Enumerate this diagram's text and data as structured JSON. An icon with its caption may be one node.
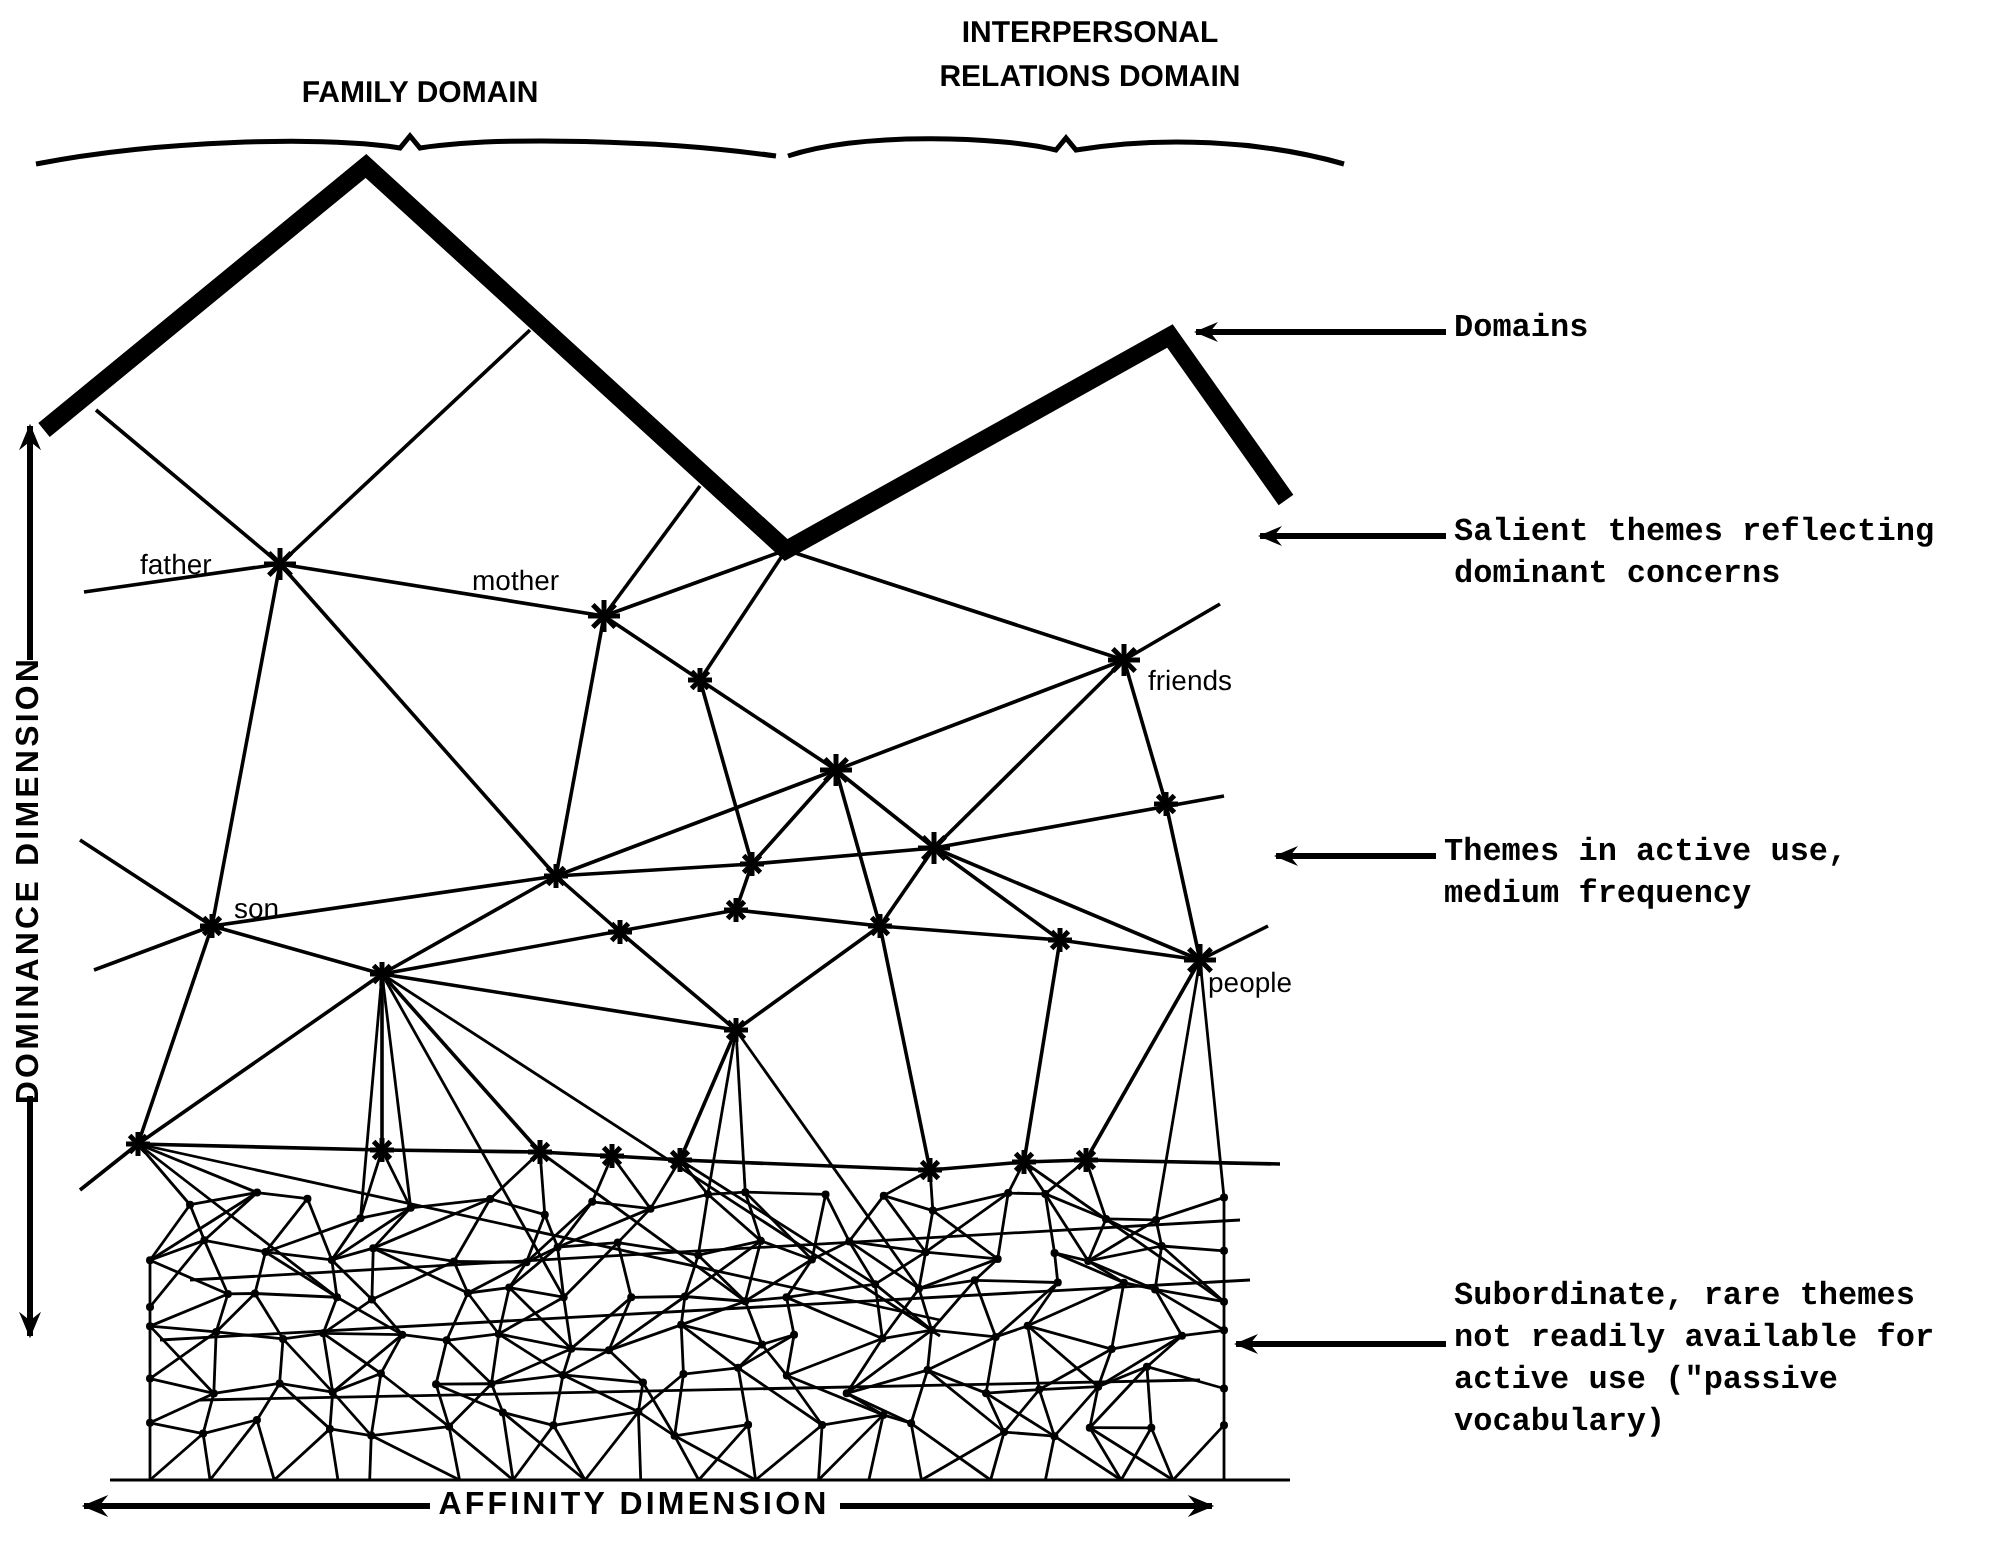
{
  "diagram": {
    "nodes": [
      {
        "text": [
          "Domains"
        ]
      },
      {
        "text": [
          "Salient themes reflecting dominant concerns"
        ]
      },
      {
        "text": [
          "Themes in active use, medium frequency"
        ]
      },
      {
        "text": [
          "Subordinate, rare themes not readily available for active use (\"passive vocabulary)"
        ]
      }
    ],
    "edges": [
      {
        "from": 0,
        "to": null,
        "arrow": "to"
      },
      {
        "from": 1,
        "to": null,
        "arrow": "to"
      },
      {
        "from": 2,
        "to": null,
        "arrow": "to"
      },
      {
        "from": 3,
        "to": null,
        "arrow": "to"
      }
    ],
    "labels": [
      "FAMILY DOMAIN",
      "INTERPERSONAL RELATIONS DOMAIN",
      "father",
      "mother",
      "friends",
      "son",
      "people",
      "DOMINANCE DIMENSION",
      "AFFINITY DIMENSION"
    ]
  }
}
